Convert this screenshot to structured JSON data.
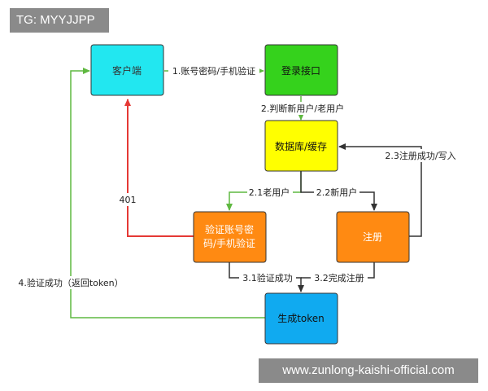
{
  "overlays": {
    "tag": "TG: MYYJJPP",
    "watermark": "www.zunlong-kaishi-official.com"
  },
  "colors": {
    "cyan": "#22e7f0",
    "green": "#35d21c",
    "yellow": "#ffff00",
    "orange": "#ff8a12",
    "blue": "#10aaf0",
    "edge_green": "#5fb840",
    "edge_red": "#e53935",
    "edge_dark": "#333333"
  },
  "nodes": {
    "client": "客户端",
    "login": "登录接口",
    "db": "数据库/缓存",
    "verify_line1": "验证账号密",
    "verify_line2": "码/手机验证",
    "register": "注册",
    "token": "生成token"
  },
  "edges": {
    "e1": "1.账号密码/手机验证",
    "e2": "2.判断新用户/老用户",
    "e21": "2.1老用户",
    "e22": "2.2新用户",
    "e23": "2.3注册成功/写入",
    "e401": "401",
    "e31": "3.1验证成功",
    "e32": "3.2完成注册",
    "e4": "4.验证成功（返回token）"
  }
}
